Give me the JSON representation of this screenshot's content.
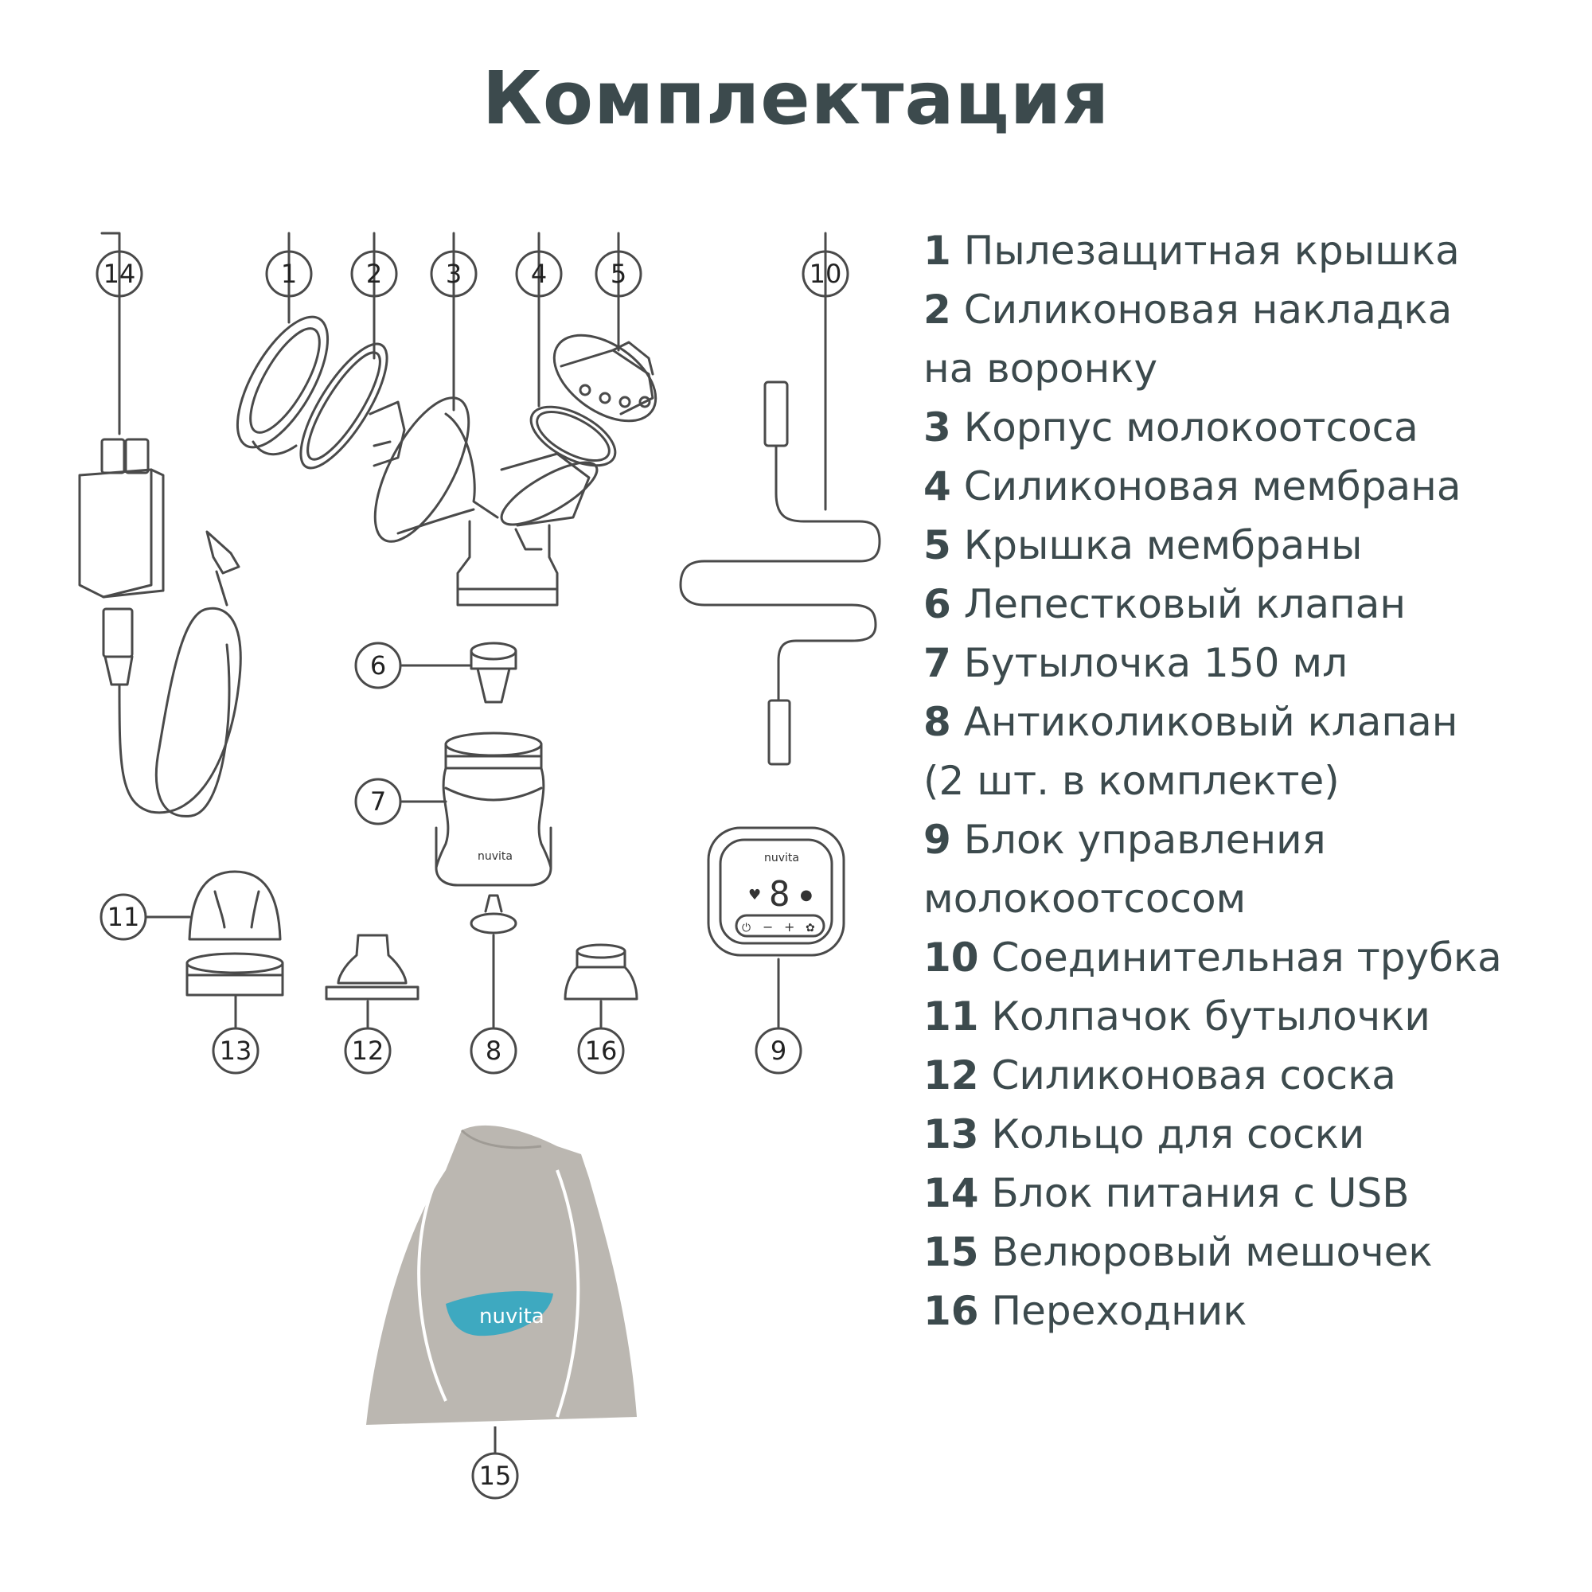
{
  "title": "Комплектация",
  "brand": "nuvita",
  "display_digit": "8",
  "items": [
    {
      "num": "1",
      "text": "Пылезащитная крышка",
      "text2": ""
    },
    {
      "num": "2",
      "text": "Силиконовая накладка",
      "text2": "на воронку"
    },
    {
      "num": "3",
      "text": "Корпус молокоотсоса",
      "text2": ""
    },
    {
      "num": "4",
      "text": "Силиконовая мембрана",
      "text2": ""
    },
    {
      "num": "5",
      "text": "Крышка мембраны",
      "text2": ""
    },
    {
      "num": "6",
      "text": "Лепестковый клапан",
      "text2": ""
    },
    {
      "num": "7",
      "text": "Бутылочка 150 мл",
      "text2": ""
    },
    {
      "num": "8",
      "text": "Антиколиковый клапан",
      "text2": "(2 шт. в комплекте)"
    },
    {
      "num": "9",
      "text": "Блок управления",
      "text2": "молокоотсосом"
    },
    {
      "num": "10",
      "text": "Соединительная трубка",
      "text2": ""
    },
    {
      "num": "11",
      "text": "Колпачок бутылочки",
      "text2": ""
    },
    {
      "num": "12",
      "text": "Силиконовая соска",
      "text2": ""
    },
    {
      "num": "13",
      "text": "Кольцо для соски",
      "text2": ""
    },
    {
      "num": "14",
      "text": "Блок питания с USB",
      "text2": ""
    },
    {
      "num": "15",
      "text": "Велюровый мешочек",
      "text2": ""
    },
    {
      "num": "16",
      "text": "Переходник",
      "text2": ""
    }
  ],
  "colors": {
    "text": "#3c4a4d",
    "line": "#4a4a4a",
    "pouch": "#b9b5b0",
    "leaf": "#3ea9c0"
  }
}
